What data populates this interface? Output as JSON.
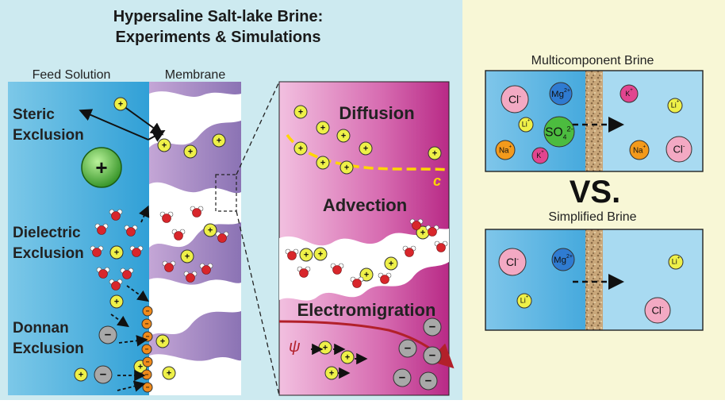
{
  "title": {
    "line1": "Hypersaline Salt-lake Brine:",
    "line2": "Experiments & Simulations"
  },
  "columns": {
    "feed": "Feed Solution",
    "membrane": "Membrane"
  },
  "exclusions": {
    "steric": [
      "Steric",
      "Exclusion"
    ],
    "dielectric": [
      "Dielectric",
      "Exclusion"
    ],
    "donnan": [
      "Donnan",
      "Exclusion"
    ]
  },
  "mechanisms": {
    "diffusion": "Diffusion",
    "advection": "Advection",
    "electromigration": "Electromigration"
  },
  "symbols": {
    "concentration": "c",
    "potential": "ψ",
    "plus": "+",
    "minus": "−"
  },
  "comparison": {
    "multi_title": "Multicomponent Brine",
    "vs": "VS.",
    "simple_title": "Simplified Brine",
    "ions": {
      "cl": "Cl",
      "cl_sup": "-",
      "mg": "Mg",
      "mg_sup": "2+",
      "k": "K",
      "k_sup": "+",
      "li": "Li",
      "li_sup": "+",
      "na": "Na",
      "na_sup": "+",
      "so4": "SO",
      "so4_sub": "4",
      "so4_sup": "2-"
    }
  },
  "colors": {
    "feed_blue": "#3aa6d8",
    "membrane_purple": "#a68cc4",
    "pink": "#c93f97",
    "yellow_ion": "#eef048",
    "green_ion": "#49b13a",
    "right_bg": "#f8f7d6",
    "left_bg": "#cdeaf0",
    "potential_red": "#b2202a",
    "dash_yellow": "#ffd600"
  }
}
